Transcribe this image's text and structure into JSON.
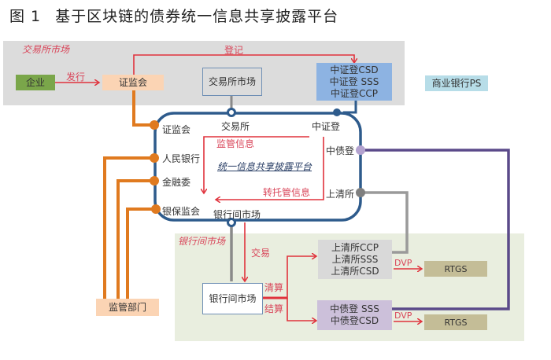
{
  "title": {
    "figure_no": "图 1",
    "text": "基于区块链的债券统一信息共享披露平台"
  },
  "regions": {
    "exchange": {
      "label": "交易所市场",
      "bg": "#dcdcdc"
    },
    "interbank": {
      "label": "银行间市场",
      "bg": "#e9eedf"
    }
  },
  "nodes": {
    "enterprise": {
      "label": "企业",
      "color": "#7aa64a"
    },
    "csrc_top": {
      "label": "证监会",
      "color": "#fbd4b4"
    },
    "exchange_market_box": {
      "label": "交易所市场"
    },
    "csdc_box": {
      "lines": [
        "中证登CSD",
        "中证登 SSS",
        "中证登CCP"
      ],
      "color": "#8db3e2"
    },
    "commercial_bank": {
      "label": "商业银行PS",
      "color": "#b7dde8"
    },
    "regulator": {
      "label": "监管部门",
      "color": "#fbd4b4"
    },
    "interbank_market_box": {
      "label": "银行间市场"
    },
    "shch_box": {
      "lines": [
        "上清所CCP",
        "上清所SSS",
        "上清所CSD"
      ],
      "color": "#d9d9d9"
    },
    "ccdc_box": {
      "lines": [
        "中债登 SSS",
        "中债登CSD"
      ],
      "color": "#ccc0da"
    },
    "rtgs_1": {
      "label": "RTGS",
      "color": "#c4bd97"
    },
    "rtgs_2": {
      "label": "RTGS",
      "color": "#c4bd97"
    }
  },
  "platform": {
    "title": "统一信息共享披露平台",
    "ports": {
      "csrc": "证监会",
      "pboc": "人民银行",
      "fsdc": "金融委",
      "cbirc": "银保监会",
      "exchange": "交易所",
      "csdc": "中证登",
      "ccdc": "中债登",
      "shch": "上清所",
      "interbank": "银行间市场"
    },
    "flow_labels": {
      "supervision_info": "监管信息",
      "custody_transfer_info": "转托管信息"
    }
  },
  "edges": {
    "issue": "发行",
    "register": "登记",
    "trade": "交易",
    "clearing": "清算",
    "settlement": "结算",
    "dvp_1": "DVP",
    "dvp_2": "DVP"
  },
  "colors": {
    "platform_border": "#2e5b8c",
    "arrow_red": "#e0323c",
    "regulator_line": "#e07a1f",
    "ccdc_line": "#5b4a8a",
    "shch_line": "#9a9a9a"
  }
}
